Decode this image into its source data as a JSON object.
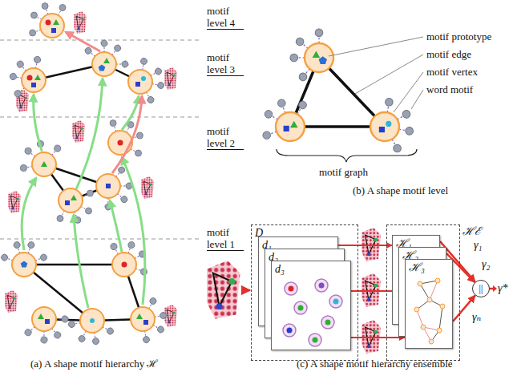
{
  "diagram": {
    "nodes": [
      {
        "text": [
          "D"
        ]
      },
      {
        "text": [
          "d₁"
        ],
        "in": 0
      },
      {
        "text": [
          "d₂"
        ],
        "in": 0
      },
      {
        "text": [
          "d₃"
        ],
        "in": 0
      },
      {
        "text": [
          "ℋℰ"
        ]
      },
      {
        "text": [
          "ℋ₁"
        ],
        "in": 4
      },
      {
        "text": [
          "ℋ₂"
        ],
        "in": 4
      },
      {
        "text": [
          "ℋ₃"
        ],
        "in": 4
      },
      {
        "text": [
          "||"
        ]
      }
    ],
    "edges": [
      {
        "from": 1,
        "to": 5,
        "arrow": "to"
      },
      {
        "from": 2,
        "to": 6,
        "arrow": "to"
      },
      {
        "from": 3,
        "to": 7,
        "arrow": "to"
      },
      {
        "from": 5,
        "to": 8,
        "label": "γ₁",
        "arrow": "to"
      },
      {
        "from": 6,
        "to": 8,
        "label": "γ₂",
        "arrow": "to"
      },
      {
        "from": 7,
        "to": 8,
        "label": "γₙ",
        "arrow": "to"
      }
    ],
    "labels": [
      "motif level 4",
      "motif level 3",
      "motif level 2",
      "motif level 1",
      "(a) A shape motif hierarchy ℋ",
      "motif prototype",
      "motif edge",
      "motif vertex",
      "word motif",
      "motif graph",
      "(b) A shape motif level",
      "γ*",
      "(c) A shape motif hierarchy ensemble"
    ]
  }
}
